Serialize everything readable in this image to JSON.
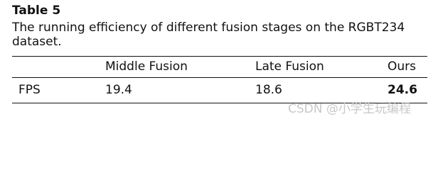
{
  "table": {
    "label": "Table 5",
    "caption": "The running efficiency of different fusion stages on the RGBT234 dataset.",
    "columns": [
      "",
      "Middle Fusion",
      "Late Fusion",
      "Ours"
    ],
    "rows": [
      {
        "name": "FPS",
        "middle_fusion": "19.4",
        "late_fusion": "18.6",
        "ours": "24.6"
      }
    ]
  },
  "watermark": "CSDN @小学生玩编程"
}
